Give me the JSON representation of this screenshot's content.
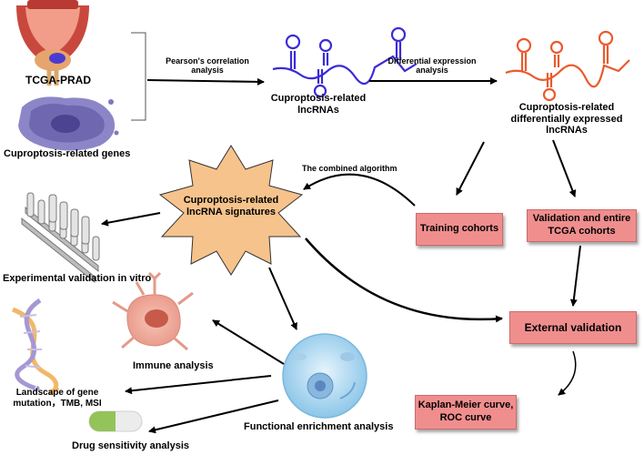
{
  "inputs": {
    "tcga_label": "TCGA-PRAD",
    "genes_label": "Cuproptosis-related genes"
  },
  "edges": {
    "pearson": "Pearson's correlation analysis",
    "differential": "Differential expression analysis",
    "combined": "The combined algorithm"
  },
  "nodes": {
    "lncrnas": "Cuproptosis-related lncRNAs",
    "de_lncrnas": "Cuproptosis-related differentially expressed lncRNAs",
    "signature": "Cuproptosis-related lncRNA signatures",
    "training": "Training cohorts",
    "validation": "Validation and entire TCGA cohorts",
    "external": "External validation",
    "km_roc": "Kaplan-Meier curve, ROC curve"
  },
  "outputs": {
    "experimental": "Experimental validation in vitro",
    "immune": "Immune analysis",
    "landscape": "Landscape of gene mutation，TMB, MSI",
    "functional": "Functional enrichment analysis",
    "drug": "Drug sensitivity analysis"
  },
  "colors": {
    "box_fill": "#f08e8e",
    "star_fill": "#f7c38c",
    "lncrna_blue": "#3b2bd6",
    "lncrna_red": "#ea5a2c"
  },
  "icons": [
    "prostate-icon",
    "cell-icon",
    "lncrna-icon",
    "test-tube-rack-icon",
    "dna-icon",
    "immune-cell-icon",
    "capsule-icon",
    "cell-organelle-icon"
  ]
}
